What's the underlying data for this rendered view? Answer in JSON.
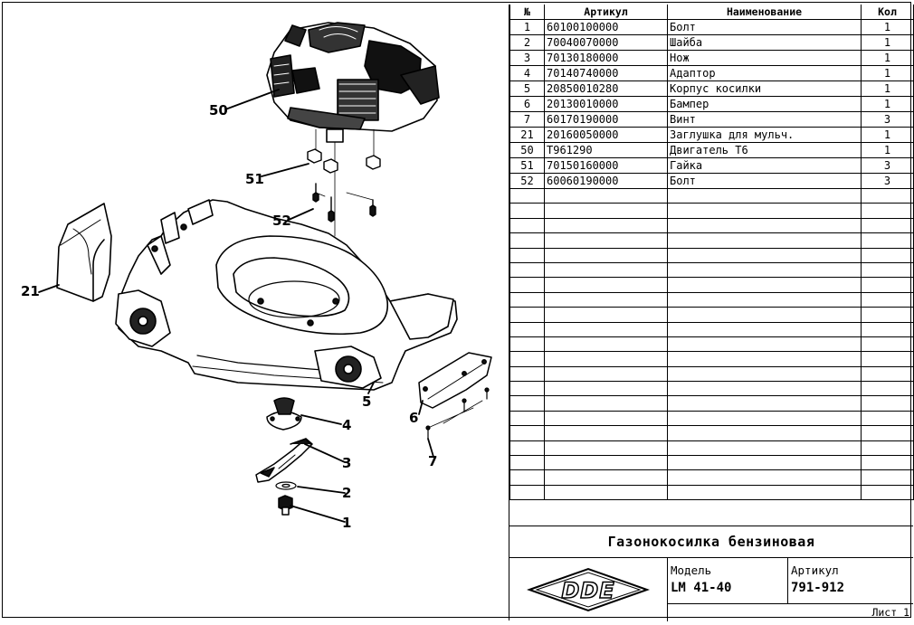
{
  "callouts": [
    {
      "id": "50",
      "label": "50"
    },
    {
      "id": "51",
      "label": "51"
    },
    {
      "id": "52",
      "label": "52"
    },
    {
      "id": "21",
      "label": "21"
    },
    {
      "id": "5",
      "label": "5"
    },
    {
      "id": "4",
      "label": "4"
    },
    {
      "id": "6",
      "label": "6"
    },
    {
      "id": "3",
      "label": "3"
    },
    {
      "id": "7",
      "label": "7"
    },
    {
      "id": "2",
      "label": "2"
    },
    {
      "id": "1",
      "label": "1"
    }
  ],
  "table": {
    "headers": {
      "num": "№",
      "article": "Артикул",
      "name": "Наименование",
      "qty": "Кол"
    },
    "rows": [
      {
        "num": "1",
        "article": "60100100000",
        "name": "Болт",
        "qty": "1"
      },
      {
        "num": "2",
        "article": "70040070000",
        "name": "Шайба",
        "qty": "1"
      },
      {
        "num": "3",
        "article": "70130180000",
        "name": "Нож",
        "qty": "1"
      },
      {
        "num": "4",
        "article": "70140740000",
        "name": "Адаптор",
        "qty": "1"
      },
      {
        "num": "5",
        "article": "20850010280",
        "name": "Корпус косилки",
        "qty": "1"
      },
      {
        "num": "6",
        "article": "20130010000",
        "name": "Бампер",
        "qty": "1"
      },
      {
        "num": "7",
        "article": "60170190000",
        "name": "Винт",
        "qty": "3"
      },
      {
        "num": "21",
        "article": "20160050000",
        "name": "Заглушка для мульч.",
        "qty": "1"
      },
      {
        "num": "50",
        "article": "T961290",
        "name": "Двигатель Т6",
        "qty": "1"
      },
      {
        "num": "51",
        "article": "70150160000",
        "name": "Гайка",
        "qty": "3"
      },
      {
        "num": "52",
        "article": "60060190000",
        "name": "Болт",
        "qty": "3"
      }
    ],
    "empty_rows": 21
  },
  "titleblock": {
    "title": "Газонокосилка бензиновая",
    "model_label": "Модель",
    "model_value": "LM 41-40",
    "article_label": "Артикул",
    "article_value": "791-912",
    "sheet": "Лист 1",
    "logo_text": "DDE"
  }
}
